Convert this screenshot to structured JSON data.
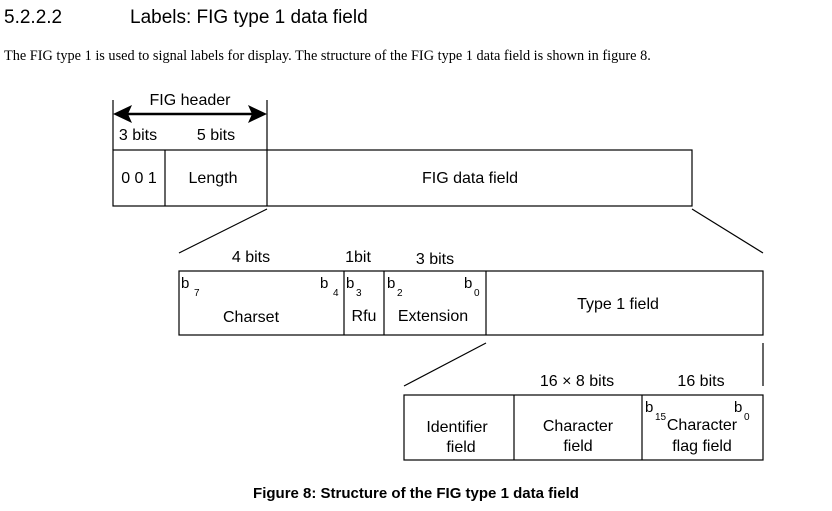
{
  "section": {
    "number": "5.2.2.2",
    "title": "Labels: FIG type 1 data field"
  },
  "intro_text": "The FIG type 1 is used to signal labels for display. The structure of the FIG type 1 data field is shown in figure 8.",
  "diagram": {
    "header_label": "FIG header",
    "row1": {
      "bits_a": "3 bits",
      "bits_b": "5 bits",
      "cell_a": "0 0 1",
      "cell_b": "Length",
      "cell_c": "FIG data field"
    },
    "row2": {
      "bits_a": "4 bits",
      "bits_b": "1bit",
      "bits_c": "3 bits",
      "charset": "Charset",
      "rfu": "Rfu",
      "extension": "Extension",
      "type1": "Type 1 field",
      "b_letter": "b",
      "sub_7": "7",
      "sub_4": "4",
      "sub_3": "3",
      "sub_2": "2",
      "sub_0": "0"
    },
    "row3": {
      "bits_a": "16 × 8 bits",
      "bits_b": "16 bits",
      "identifier_line1": "Identifier",
      "identifier_line2": "field",
      "character_line1": "Character",
      "character_line2": "field",
      "flag_line1": "Character",
      "flag_line2": "flag field",
      "sub_15": "15",
      "sub_0": "0"
    }
  },
  "caption": "Figure 8: Structure of the FIG type 1 data field"
}
